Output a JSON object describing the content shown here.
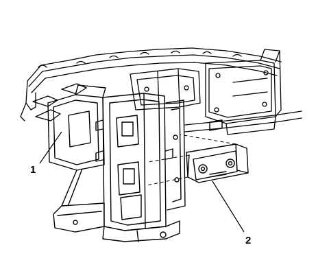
{
  "callouts": [
    {
      "number": "1",
      "part": "instrument-panel-carrier"
    },
    {
      "number": "2",
      "part": "hvac-control-module"
    }
  ],
  "colors": {
    "line": "#000000",
    "background": "#ffffff"
  }
}
